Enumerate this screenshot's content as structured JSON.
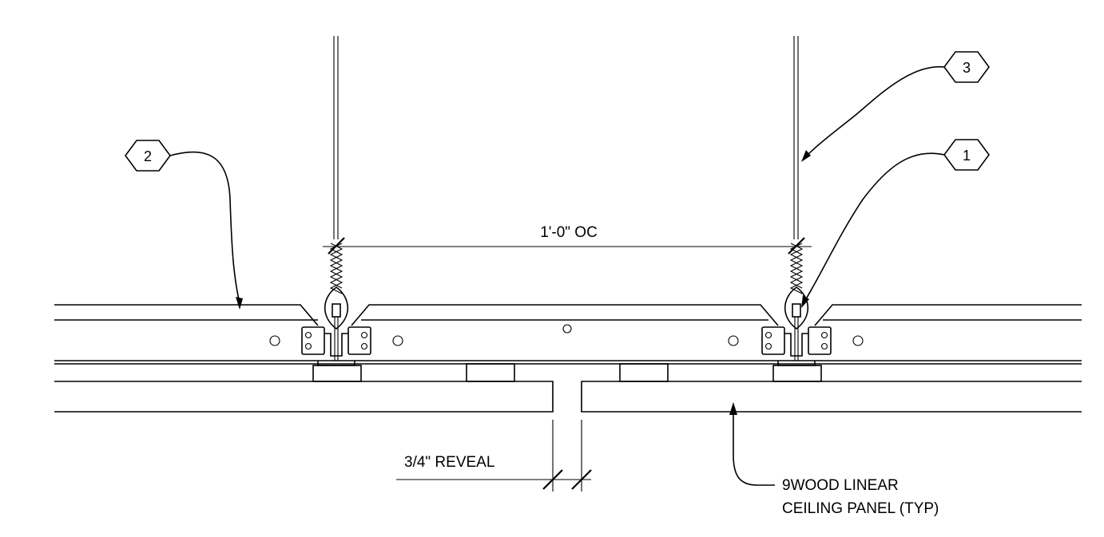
{
  "dimensions": {
    "spacing_label": "1'-0\" OC",
    "reveal_label": "3/4\" REVEAL"
  },
  "callouts": [
    {
      "id": "1",
      "label": "1"
    },
    {
      "id": "2",
      "label": "2"
    },
    {
      "id": "3",
      "label": "3"
    }
  ],
  "notes": {
    "panel_line1": "9WOOD LINEAR",
    "panel_line2": "CEILING PANEL (TYP)"
  }
}
